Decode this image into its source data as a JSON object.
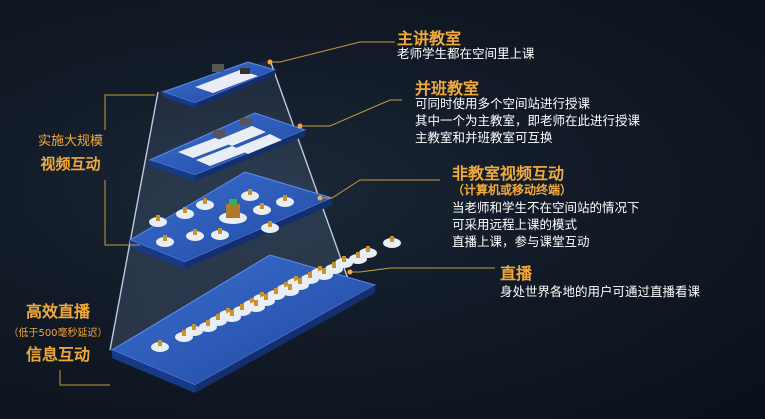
{
  "levels": [
    {
      "title": "主讲教室",
      "lines": [
        "老师学生都在空间里上课"
      ]
    },
    {
      "title": "并班教室",
      "lines": [
        "可同时使用多个空间站进行授课",
        "其中一个为主教室，即老师在此进行授课",
        "主教室和并班教室可互换"
      ]
    },
    {
      "title": "非教室视频互动",
      "subtitle": "（计算机或移动终端）",
      "lines": [
        "当老师和学生不在空间站的情况下",
        "可采用远程上课的模式",
        "直播上课，参与课堂互动"
      ]
    },
    {
      "title": "直播",
      "lines": [
        "身处世界各地的用户可通过直播看课"
      ]
    }
  ],
  "side_labels": {
    "upper": [
      "实施大规模",
      "视频互动"
    ],
    "lower_top": "高效直播",
    "lower_note": "（低于500毫秒延迟）",
    "lower_bottom": "信息互动"
  },
  "colors": {
    "platform_top": "#2e5bb8",
    "platform_edge": "#1a3a86",
    "accent": "#f2a93b",
    "connector": "#c89a3a"
  }
}
